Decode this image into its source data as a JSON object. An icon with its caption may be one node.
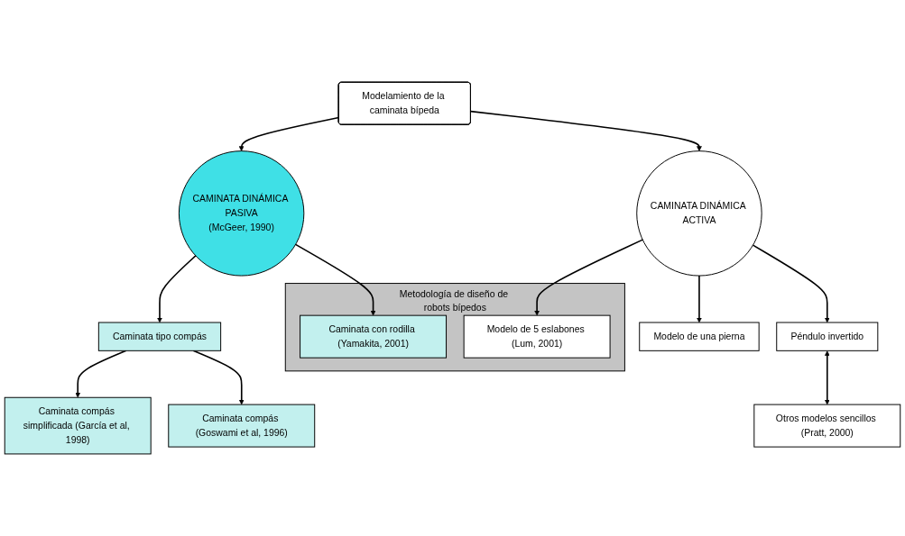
{
  "diagram": {
    "nodes": [
      {
        "text": [
          "Modelamiento de la caminata bípeda"
        ]
      },
      {
        "text": [
          "CAMINATA DINÁMICA PASIVA",
          "(McGeer, 1990)"
        ]
      },
      {
        "text": [
          "CAMINATA DINÁMICA ACTIVA"
        ]
      },
      {
        "text": [
          "Caminata tipo compás"
        ]
      },
      {
        "text": [
          "Metodología de diseño de robots bípedos"
        ]
      },
      {
        "text": [
          "Caminata con rodilla (Yamakita, 2001)"
        ],
        "in": 4
      },
      {
        "text": [
          "Modelo de 5 eslabones (Lum, 2001)"
        ],
        "in": 4
      },
      {
        "text": [
          "Péndulo invertido"
        ]
      },
      {
        "text": [
          "Caminata compás simplificada (García et al, 1998)"
        ]
      },
      {
        "text": [
          "Caminata compás (Goswami et al, 1996)"
        ]
      },
      {
        "text": [
          "Modelo de una pierna"
        ]
      },
      {
        "text": [
          "Otros modelos sencillos (Pratt, 2000)"
        ]
      }
    ],
    "edges": [
      {
        "from": 0,
        "to": 1,
        "arrow": "to"
      },
      {
        "from": 0,
        "to": 2,
        "arrow": "to"
      },
      {
        "from": 1,
        "to": 3,
        "arrow": "to"
      },
      {
        "from": 1,
        "to": 5,
        "arrow": "to"
      },
      {
        "from": 2,
        "to": 6,
        "arrow": "to"
      },
      {
        "from": 2,
        "to": 10,
        "arrow": "to"
      },
      {
        "from": 2,
        "to": 7,
        "arrow": "to"
      },
      {
        "from": 3,
        "to": 8,
        "arrow": "to"
      },
      {
        "from": 3,
        "to": 9,
        "arrow": "to"
      },
      {
        "from": 7,
        "to": 11,
        "arrow": "both"
      }
    ]
  }
}
